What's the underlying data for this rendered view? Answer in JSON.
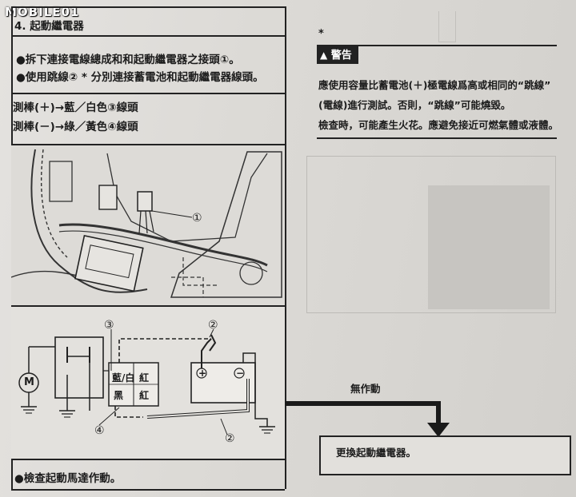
{
  "watermark": "MOBILE01",
  "step": {
    "heading": "4. 起動繼電器",
    "instructions": [
      "●拆下連接電線總成和和起動繼電器之接頭①。",
      "●使用跳線② * 分別連接蓄電池和起動繼電器線頭。"
    ],
    "probe_lines": [
      "測棒(＋)→藍／白色③線頭",
      "測棒(－)→綠／黃色④線頭"
    ],
    "check_text": "●檢查起動馬達作動。"
  },
  "callouts": {
    "one": "①",
    "two": "②",
    "three": "③",
    "four": "④"
  },
  "schematic": {
    "motor_label": "M",
    "relay_top_left": "藍/白",
    "relay_top_right": "紅",
    "relay_bottom_left": "黑",
    "relay_bottom_right": "紅",
    "battery_plus": "+",
    "battery_minus": "−"
  },
  "asterisk": "*",
  "warning": {
    "tag": "警告",
    "lines": [
      "應使用容量比蓄電池(＋)極電線爲高或相同的“跳線”",
      "(電線)進行測試。否則，“跳線”可能燒毀。",
      "檢查時，可能產生火花。應避免接近可燃氣體或液體。"
    ]
  },
  "flow": {
    "no_action_label": "無作動",
    "result": "更換起動繼電器。"
  }
}
